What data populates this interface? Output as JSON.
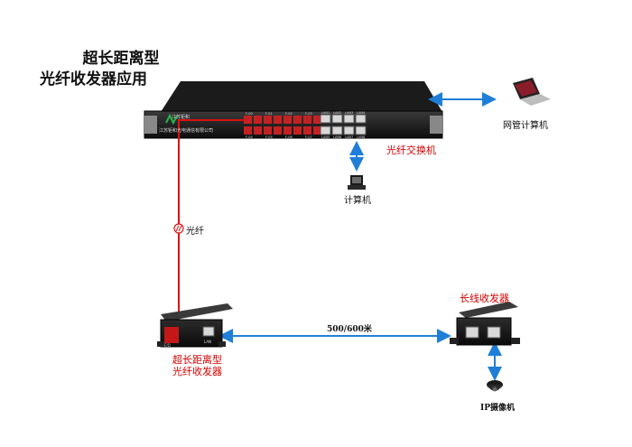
{
  "title": {
    "line1": "超长距离型",
    "line2": "光纤收发器应用"
  },
  "switch": {
    "label": "光纤交换机",
    "brand": "江苏钜和",
    "company": "江苏钜和光电通信有限公司",
    "fiber_ports_top": [
      "F-00",
      "F-01",
      "F-02",
      "F-03"
    ],
    "fiber_ports_bottom": [
      "F-04",
      "F-05",
      "F-06",
      "F-07"
    ],
    "lan_ports_top": [
      "LAN1",
      "LAN2",
      "LAN3",
      "LAN4"
    ],
    "lan_ports_bottom": [
      "LAN5",
      "LAN6",
      "LAN7",
      "LAN8"
    ]
  },
  "laptop": {
    "label": "网管计算机"
  },
  "computer": {
    "label": "计算机"
  },
  "fiber": {
    "label": "光纤"
  },
  "fiber_transceiver": {
    "label_line1": "超长距离型",
    "label_line2": "光纤收发器",
    "port_fiber": "F/O",
    "port_lan": "LAN"
  },
  "link": {
    "label": "500/600米"
  },
  "long_transceiver": {
    "label": "长线收发器"
  },
  "camera": {
    "label": "IP摄像机"
  },
  "colors": {
    "fiber_red": "#e01010",
    "link_blue": "#1f7fd8",
    "label_red": "#d40000"
  }
}
